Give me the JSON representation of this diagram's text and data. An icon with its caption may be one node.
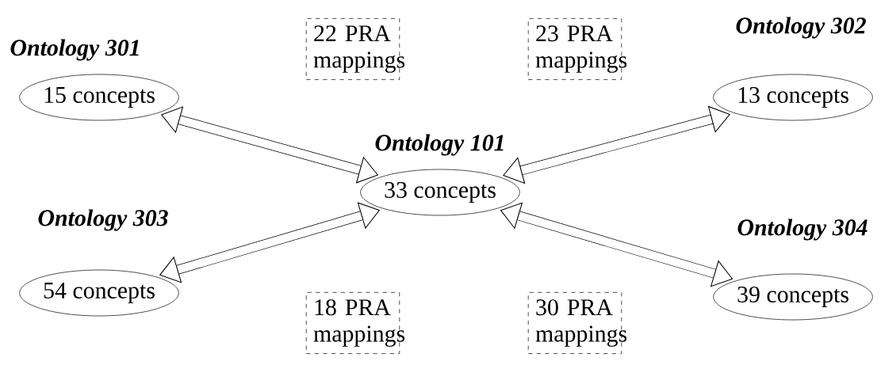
{
  "diagram": {
    "nodes": [
      {
        "text": [
          "Ontology 101",
          "33 concepts"
        ]
      },
      {
        "text": [
          "Ontology 301",
          "15 concepts"
        ]
      },
      {
        "text": [
          "Ontology 302",
          "13 concepts"
        ]
      },
      {
        "text": [
          "Ontology 303",
          "54 concepts"
        ]
      },
      {
        "text": [
          "Ontology 304",
          "39 concepts"
        ]
      },
      {
        "text": [
          "22 PRA mappings"
        ]
      },
      {
        "text": [
          "23 PRA mappings"
        ]
      },
      {
        "text": [
          "18 PRA mappings"
        ]
      },
      {
        "text": [
          "30 PRA mappings"
        ]
      }
    ],
    "edges": [
      {
        "from": 1,
        "to": 0,
        "arrow": "both"
      },
      {
        "from": 2,
        "to": 0,
        "arrow": "both"
      },
      {
        "from": 3,
        "to": 0,
        "arrow": "both"
      },
      {
        "from": 4,
        "to": 0,
        "arrow": "both"
      }
    ]
  }
}
